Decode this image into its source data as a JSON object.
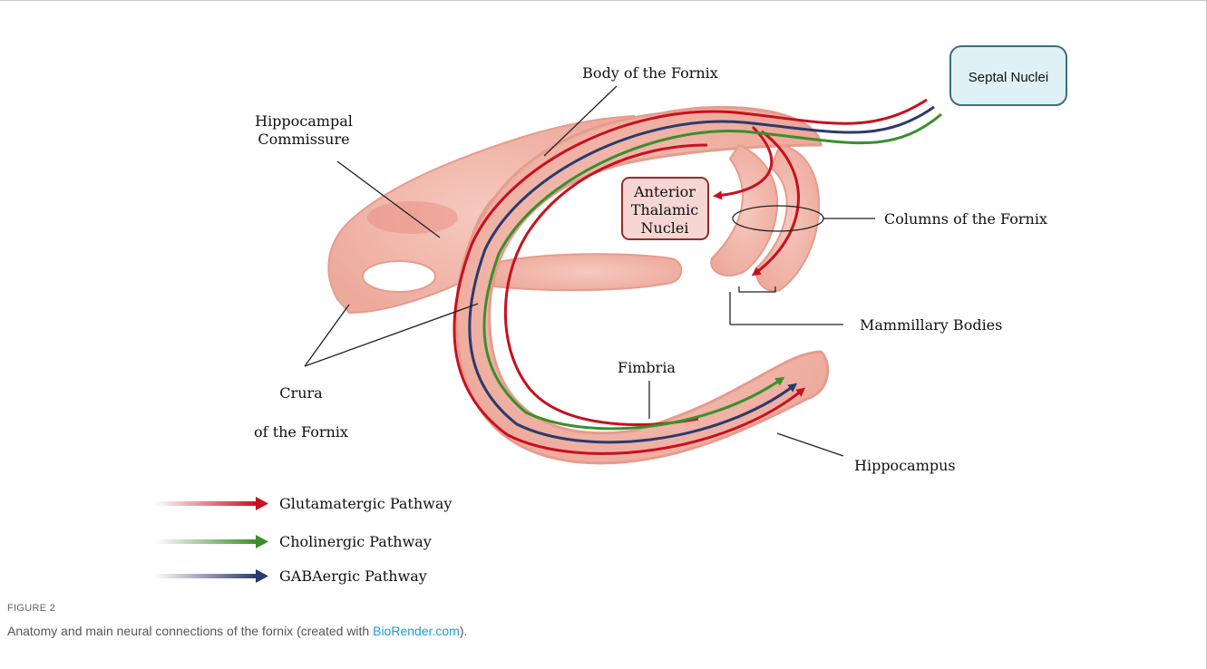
{
  "labels": {
    "body_of_fornix": "Body of the Fornix",
    "septal_nuclei": "Septal Nuclei",
    "hippocampal_commissure_line1": "Hippocampal",
    "hippocampal_commissure_line2": "Commissure",
    "anterior_thalamic_line1": "Anterior",
    "anterior_thalamic_line2": "Thalamic",
    "anterior_thalamic_line3": "Nuclei",
    "columns_of_fornix": "Columns of the Fornix",
    "mammillary_bodies": "Mammillary Bodies",
    "fimbria": "Fimbria",
    "crura_line1": "Crura",
    "crura_line2": "of the Fornix",
    "hippocampus": "Hippocampus"
  },
  "legend": [
    {
      "label": "Glutamatergic Pathway",
      "color": "#c8101e"
    },
    {
      "label": "Cholinergic Pathway",
      "color": "#3a8f2b"
    },
    {
      "label": "GABAergic Pathway",
      "color": "#2c3a6b"
    }
  ],
  "caption": {
    "figure_label": "FIGURE 2",
    "text_before": "Anatomy and main neural connections of the fornix (created with ",
    "link_text": "BioRender.com",
    "text_after": ")."
  }
}
